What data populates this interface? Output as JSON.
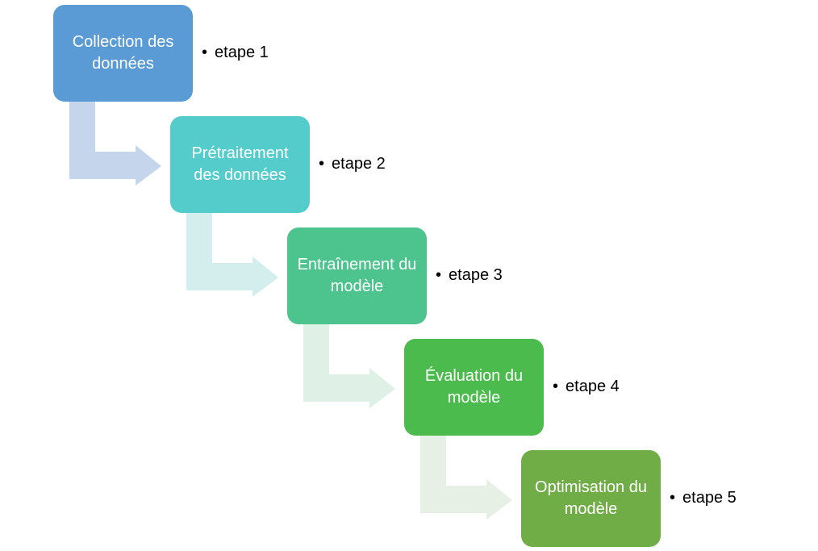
{
  "steps": [
    {
      "title": "Collection des données",
      "label": "etape 1",
      "color": "#5B9BD5",
      "arrow_color": "#C5D5EC"
    },
    {
      "title": "Prétraitement des données",
      "label": "etape 2",
      "color": "#55CCCC",
      "arrow_color": "#D3EEEC"
    },
    {
      "title": "Entraînement du modèle",
      "label": "etape 3",
      "color": "#4DC48E",
      "arrow_color": "#DFF0E6"
    },
    {
      "title": "Évaluation du modèle",
      "label": "etape 4",
      "color": "#4BBB4E",
      "arrow_color": "#E6F0E4"
    },
    {
      "title": "Optimisation du modèle",
      "label": "etape 5",
      "color": "#70AD47"
    }
  ],
  "bullet_char": "•"
}
